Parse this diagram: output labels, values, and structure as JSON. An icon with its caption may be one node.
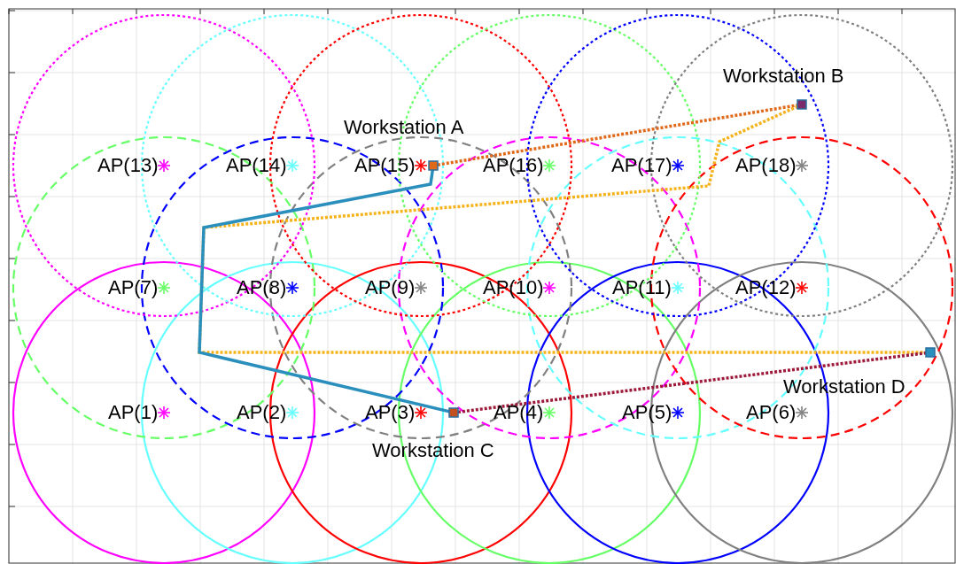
{
  "diagram": {
    "nodes": [
      {
        "text": [
          "AP(1)"
        ]
      },
      {
        "text": [
          "AP(2)"
        ]
      },
      {
        "text": [
          "AP(3)"
        ]
      },
      {
        "text": [
          "AP(4)"
        ]
      },
      {
        "text": [
          "AP(5)"
        ]
      },
      {
        "text": [
          "AP(6)"
        ]
      },
      {
        "text": [
          "AP(7)"
        ]
      },
      {
        "text": [
          "AP(8)"
        ]
      },
      {
        "text": [
          "AP(9)"
        ]
      },
      {
        "text": [
          "AP(10)"
        ]
      },
      {
        "text": [
          "AP(11)"
        ]
      },
      {
        "text": [
          "AP(12)"
        ]
      },
      {
        "text": [
          "AP(13)"
        ]
      },
      {
        "text": [
          "AP(14)"
        ]
      },
      {
        "text": [
          "AP(15)"
        ]
      },
      {
        "text": [
          "AP(16)"
        ]
      },
      {
        "text": [
          "AP(17)"
        ]
      },
      {
        "text": [
          "AP(18)"
        ]
      },
      {
        "text": [
          "Workstation A"
        ]
      },
      {
        "text": [
          "Workstation B"
        ]
      },
      {
        "text": [
          "Workstation C"
        ]
      },
      {
        "text": [
          "Workstation D"
        ]
      }
    ],
    "edges": [
      {
        "from": 18,
        "to": 19,
        "arrow": "none",
        "style": "dashed",
        "color": "#e06a1a"
      },
      {
        "from": 19,
        "to": 21,
        "arrow": "none",
        "style": "dashed",
        "color": "#f5b21a"
      },
      {
        "from": 18,
        "to": 20,
        "arrow": "none",
        "color": "#2a8fbd"
      },
      {
        "from": 20,
        "to": 21,
        "arrow": "none",
        "style": "dashed",
        "color": "#9e1a3a"
      }
    ]
  }
}
